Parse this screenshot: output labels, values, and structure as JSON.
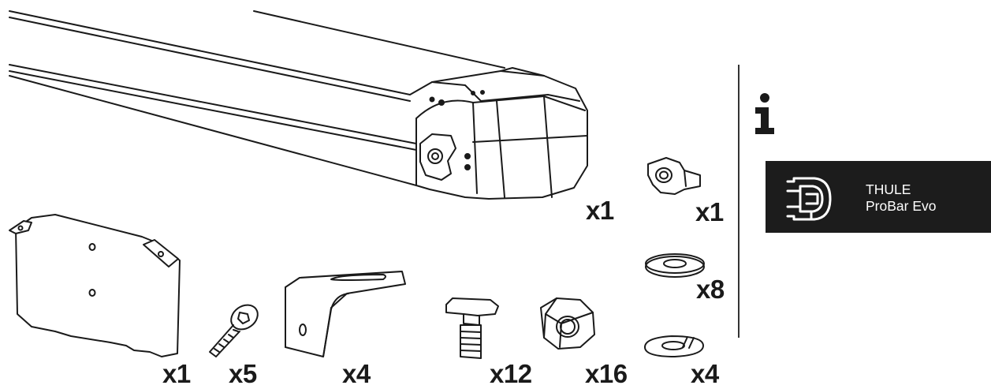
{
  "parts": [
    {
      "id": "roof-bar",
      "icon": "roof-bar-icon",
      "quantity": "x1"
    },
    {
      "id": "wing-nut",
      "icon": "wing-nut-icon",
      "quantity": "x1"
    },
    {
      "id": "flat-washer",
      "icon": "flat-washer-icon",
      "quantity": "x8"
    },
    {
      "id": "mounting-plate",
      "icon": "mounting-plate-icon",
      "quantity": "x1"
    },
    {
      "id": "hex-socket-screw",
      "icon": "hex-socket-screw-icon",
      "quantity": "x5"
    },
    {
      "id": "angle-bracket",
      "icon": "angle-bracket-icon",
      "quantity": "x4"
    },
    {
      "id": "t-bolt",
      "icon": "t-bolt-icon",
      "quantity": "x12"
    },
    {
      "id": "hex-nut",
      "icon": "hex-nut-icon",
      "quantity": "x16"
    },
    {
      "id": "split-lock-washer",
      "icon": "lock-washer-icon",
      "quantity": "x4"
    }
  ],
  "info_panel": {
    "icon": "info-icon",
    "product": {
      "brand": "THULE",
      "model": "ProBar Evo",
      "logo_icon": "probar-logo-icon",
      "background": "#1c1c1c",
      "text_color": "#ffffff"
    }
  }
}
